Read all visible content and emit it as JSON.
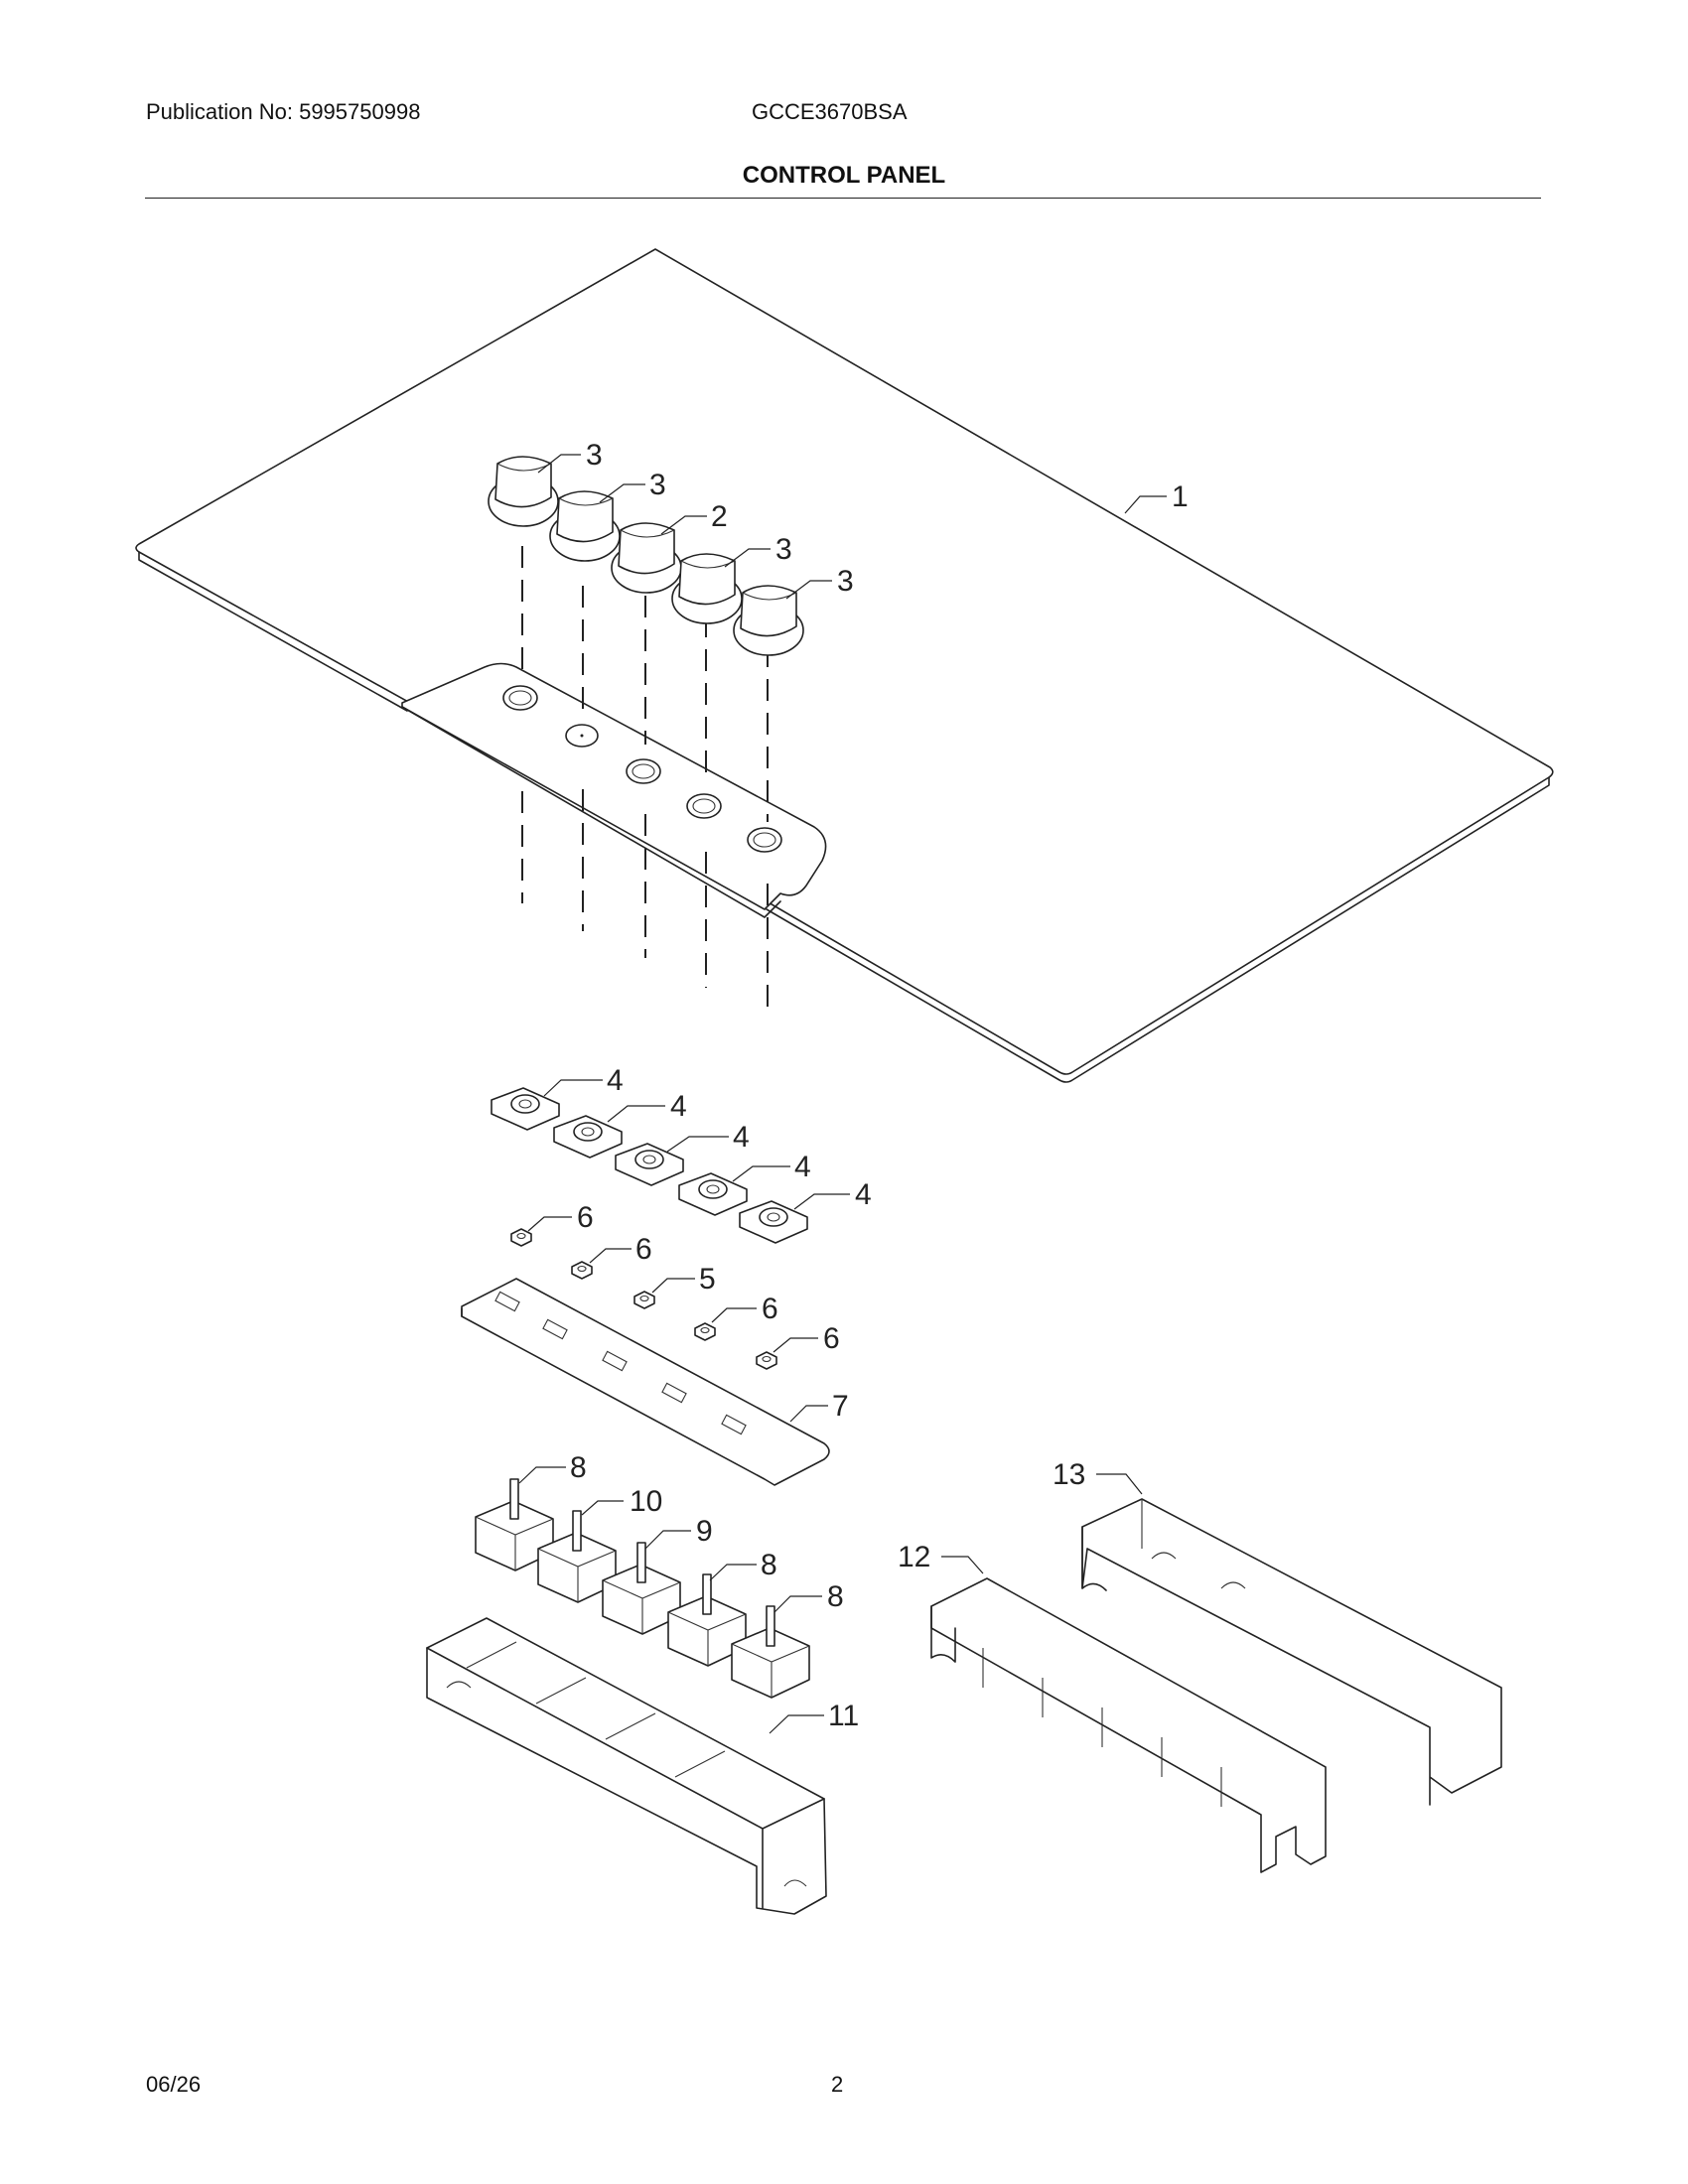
{
  "header": {
    "publication": "Publication No: 5995750998",
    "model": "GCCE3670BSA",
    "section_title": "CONTROL PANEL"
  },
  "footer": {
    "date": "06/26",
    "page": "2"
  },
  "callouts": [
    {
      "id": "c-1",
      "label": "1"
    },
    {
      "id": "c-3a",
      "label": "3"
    },
    {
      "id": "c-3b",
      "label": "3"
    },
    {
      "id": "c-2",
      "label": "2"
    },
    {
      "id": "c-3c",
      "label": "3"
    },
    {
      "id": "c-3d",
      "label": "3"
    },
    {
      "id": "c-4a",
      "label": "4"
    },
    {
      "id": "c-4b",
      "label": "4"
    },
    {
      "id": "c-4c",
      "label": "4"
    },
    {
      "id": "c-4d",
      "label": "4"
    },
    {
      "id": "c-4e",
      "label": "4"
    },
    {
      "id": "c-6a",
      "label": "6"
    },
    {
      "id": "c-6b",
      "label": "6"
    },
    {
      "id": "c-5",
      "label": "5"
    },
    {
      "id": "c-6c",
      "label": "6"
    },
    {
      "id": "c-6d",
      "label": "6"
    },
    {
      "id": "c-7",
      "label": "7"
    },
    {
      "id": "c-8a",
      "label": "8"
    },
    {
      "id": "c-10",
      "label": "10"
    },
    {
      "id": "c-9",
      "label": "9"
    },
    {
      "id": "c-8b",
      "label": "8"
    },
    {
      "id": "c-8c",
      "label": "8"
    },
    {
      "id": "c-11",
      "label": "11"
    },
    {
      "id": "c-12",
      "label": "12"
    },
    {
      "id": "c-13",
      "label": "13"
    }
  ]
}
